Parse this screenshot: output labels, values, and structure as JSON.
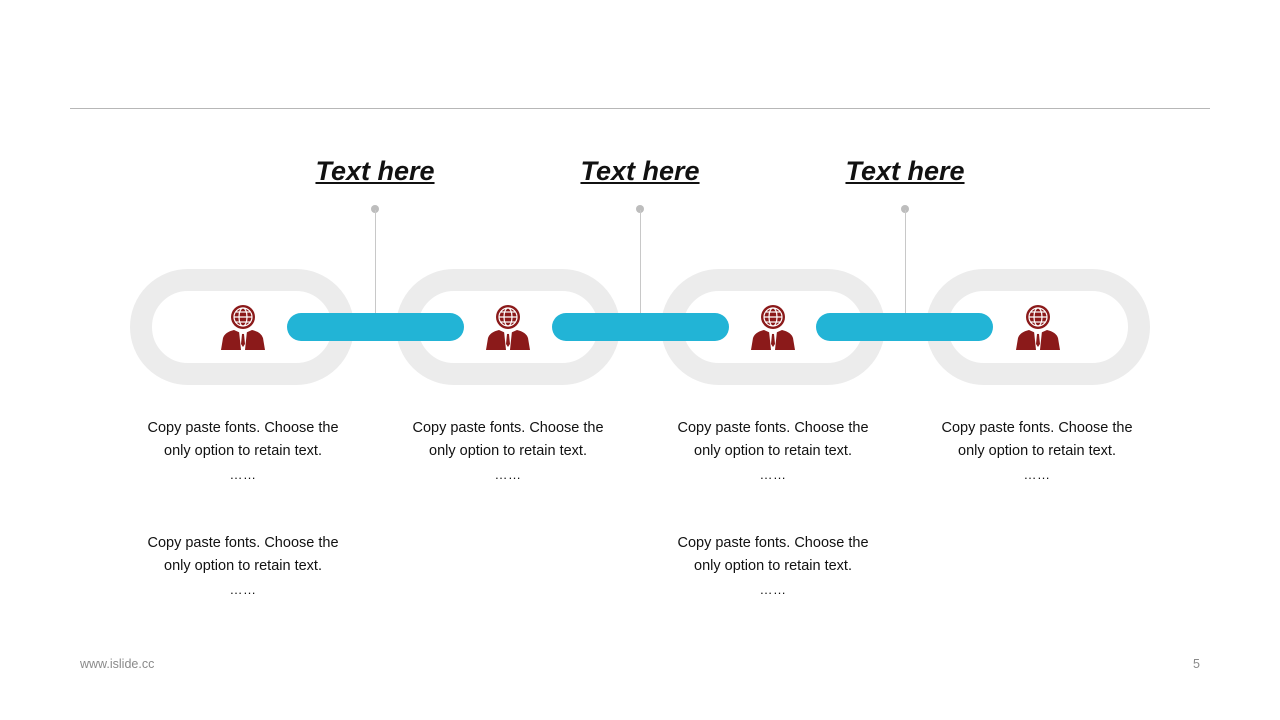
{
  "headings": [
    "Text here",
    "Text here",
    "Text here"
  ],
  "descriptions": {
    "top": [
      {
        "line1": "Copy paste fonts. Choose the",
        "line2": "only option to retain text.",
        "dots": "……"
      },
      {
        "line1": "Copy paste fonts. Choose the",
        "line2": "only option to retain text.",
        "dots": "……"
      },
      {
        "line1": "Copy paste fonts. Choose the",
        "line2": "only option to retain text.",
        "dots": "……"
      },
      {
        "line1": "Copy paste fonts. Choose the",
        "line2": "only option to retain text.",
        "dots": "……"
      }
    ],
    "bottom": [
      {
        "line1": "Copy paste fonts. Choose the",
        "line2": "only option to retain text.",
        "dots": "……"
      },
      {
        "line1": "Copy paste fonts. Choose the",
        "line2": "only option to retain text.",
        "dots": "……"
      }
    ]
  },
  "icons": [
    "businessman-globe-icon",
    "businessman-globe-icon",
    "businessman-globe-icon",
    "businessman-globe-icon"
  ],
  "colors": {
    "icon": "#8b1a1a",
    "bar": "#22b4d6",
    "ring": "#ececec"
  },
  "footer": {
    "website": "www.islide.cc",
    "page_number": "5"
  }
}
